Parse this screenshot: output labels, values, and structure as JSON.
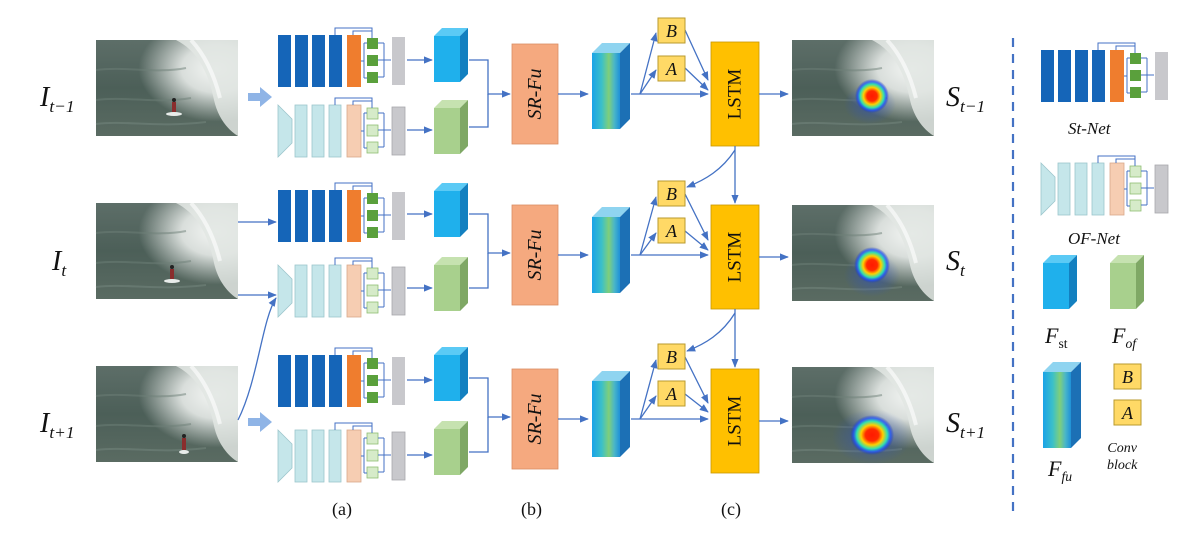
{
  "inputs": [
    {
      "base": "I",
      "sub": "t−1"
    },
    {
      "base": "I",
      "sub": "t"
    },
    {
      "base": "I",
      "sub": "t+1"
    }
  ],
  "outputs": [
    {
      "base": "S",
      "sub": "t−1"
    },
    {
      "base": "S",
      "sub": "t"
    },
    {
      "base": "S",
      "sub": "t+1"
    }
  ],
  "fusion_label": "SR-Fu",
  "lstm_label": "LSTM",
  "conv_b_label": "B",
  "conv_a_label": "A",
  "captions": {
    "a": "(a)",
    "b": "(b)",
    "c": "(c)"
  },
  "legend": {
    "st_net": "St-Net",
    "of_net": "OF-Net",
    "f_st": {
      "base": "F",
      "sub": "st"
    },
    "f_of": {
      "base": "F",
      "sub": "of"
    },
    "f_fu": {
      "base": "F",
      "sub": "fu"
    },
    "conv_block": [
      "Conv",
      "block"
    ]
  },
  "colors": {
    "st_dark_blue": "#1565b8",
    "st_orange": "#ef7d2e",
    "st_green": "#5aa03c",
    "gray": "#c8c8cc",
    "of_teal": "#c5e6ea",
    "of_peach": "#f6cdb2",
    "of_light_green": "#d6ebc9",
    "cube_blue": "#1fb0ec",
    "cube_green": "#a8d08d",
    "fusion_orange": "#f5a97f",
    "lstm_orange": "#ffc000",
    "conv_yellow": "#ffd966",
    "arrow_blue": "#4472c4",
    "divider_blue": "#4472c4"
  }
}
